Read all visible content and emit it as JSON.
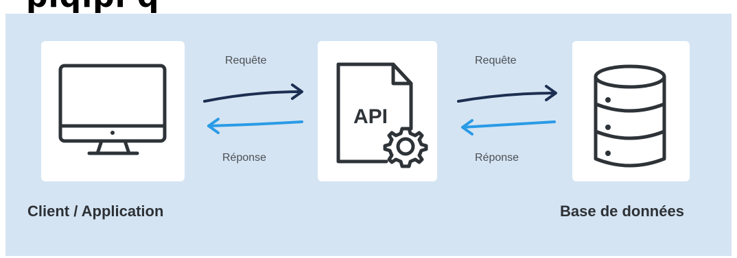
{
  "header_fragment": "plqlpl q",
  "labels": {
    "request_left": "Requête",
    "response_left": "Réponse",
    "request_right": "Requête",
    "response_right": "Réponse"
  },
  "api_text": "API",
  "captions": {
    "client": "Client / Application",
    "database": "Base de données"
  },
  "colors": {
    "background": "#d5e4f2",
    "request_arrow": "#1c2f52",
    "response_arrow": "#2a9be6",
    "icon_stroke": "#2e3338"
  },
  "icons": [
    "monitor-icon",
    "api-document-gear-icon",
    "database-icon"
  ]
}
